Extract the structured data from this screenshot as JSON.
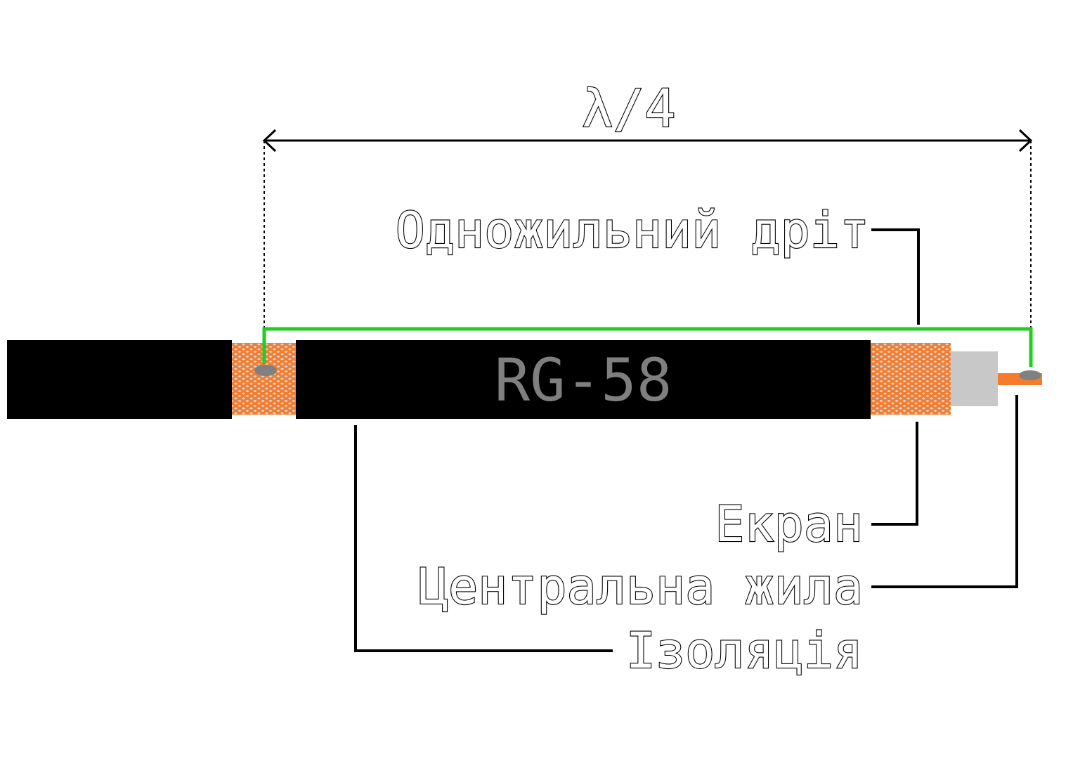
{
  "diagram": {
    "dimension_label": "λ/4",
    "cable_type": "RG-58",
    "labels": {
      "single_wire": "Одножильний дріт",
      "shield": "Екран",
      "center_conductor": "Центральна жила",
      "insulation": "Ізоляція"
    },
    "colors": {
      "jacket": "#000000",
      "braid": "#f47c2c",
      "dielectric": "#c8c8c8",
      "center_conductor": "#f47c2c",
      "solder_point": "#808080",
      "single_wire": "#22cc22",
      "cable_text": "#7f7f7f"
    }
  }
}
